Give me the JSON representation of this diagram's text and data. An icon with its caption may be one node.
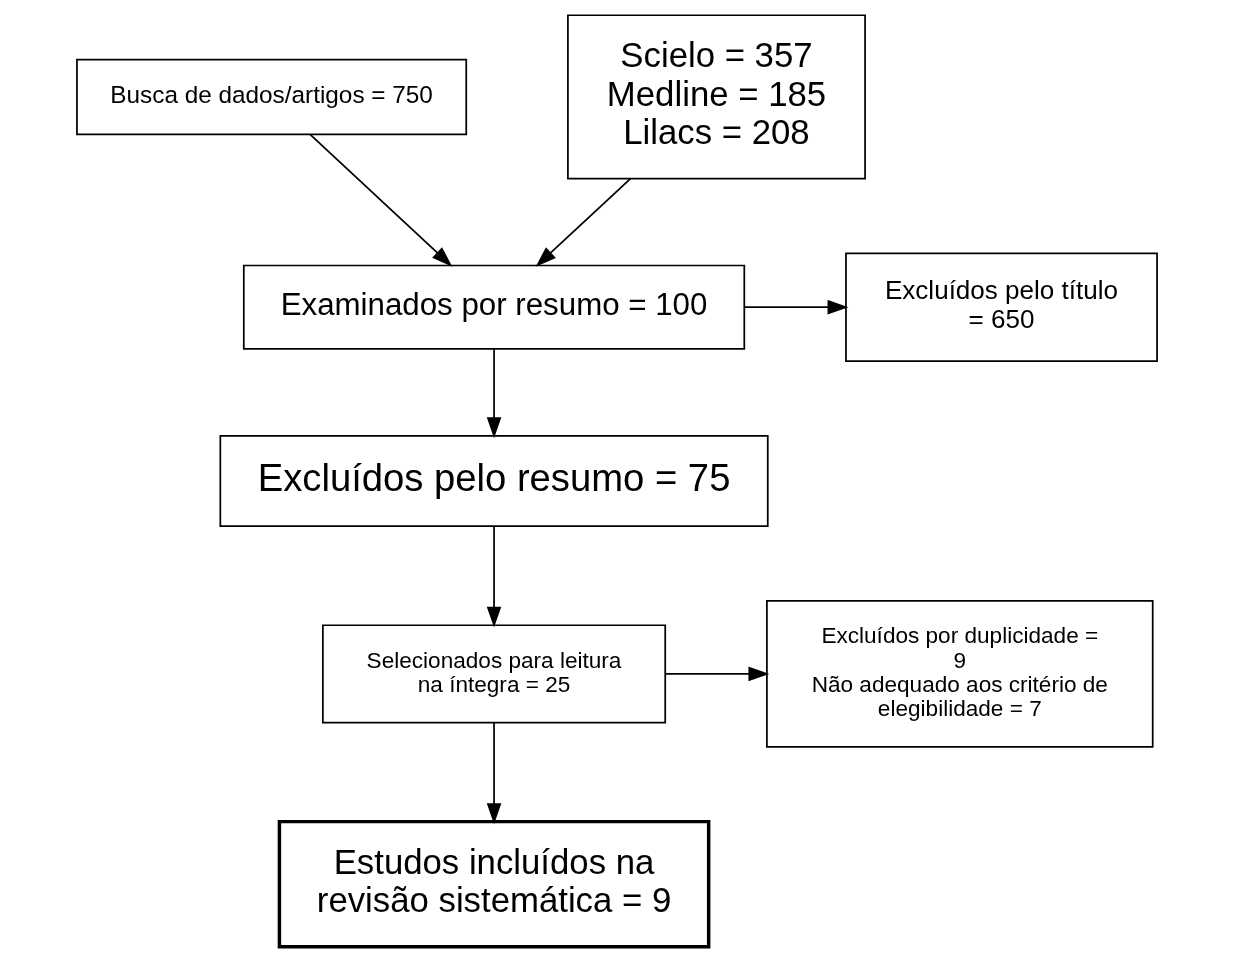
{
  "diagram": {
    "nodes": [
      {
        "text": [
          "Busca de dados/artigos = 750"
        ]
      },
      {
        "text": [
          "Scielo = 357",
          "Medline = 185",
          "Lilacs = 208"
        ]
      },
      {
        "text": [
          "Examinados por resumo = 100"
        ]
      },
      {
        "text": [
          "Excluídos pelo título = 650"
        ]
      },
      {
        "text": [
          "Excluídos pelo resumo = 75"
        ]
      },
      {
        "text": [
          "Selecionados para leitura na íntegra = 25"
        ]
      },
      {
        "text": [
          "Excluídos por duplicidade = 9",
          "Não adequado aos critério de elegibilidade = 7"
        ]
      },
      {
        "text": [
          "Estudos incluídos na revisão sistemática = 9"
        ]
      }
    ],
    "edges": [
      {
        "from": 0,
        "to": 2,
        "arrow": "to"
      },
      {
        "from": 1,
        "to": 2,
        "arrow": "to"
      },
      {
        "from": 2,
        "to": 3,
        "arrow": "to"
      },
      {
        "from": 2,
        "to": 4,
        "arrow": "to"
      },
      {
        "from": 4,
        "to": 5,
        "arrow": "to"
      },
      {
        "from": 5,
        "to": 6,
        "arrow": "to"
      },
      {
        "from": 5,
        "to": 7,
        "arrow": "to"
      }
    ]
  }
}
